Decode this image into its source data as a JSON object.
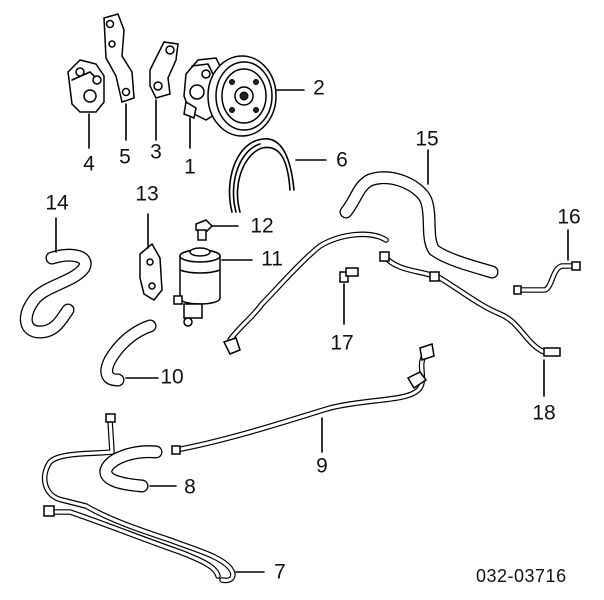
{
  "diagram": {
    "callouts": [
      {
        "id": "1",
        "label": "1"
      },
      {
        "id": "2",
        "label": "2"
      },
      {
        "id": "3",
        "label": "3"
      },
      {
        "id": "4",
        "label": "4"
      },
      {
        "id": "5",
        "label": "5"
      },
      {
        "id": "6",
        "label": "6"
      },
      {
        "id": "7",
        "label": "7"
      },
      {
        "id": "8",
        "label": "8"
      },
      {
        "id": "9",
        "label": "9"
      },
      {
        "id": "10",
        "label": "10"
      },
      {
        "id": "11",
        "label": "11"
      },
      {
        "id": "12",
        "label": "12"
      },
      {
        "id": "13",
        "label": "13"
      },
      {
        "id": "14",
        "label": "14"
      },
      {
        "id": "15",
        "label": "15"
      },
      {
        "id": "16",
        "label": "16"
      },
      {
        "id": "17",
        "label": "17"
      },
      {
        "id": "18",
        "label": "18"
      }
    ],
    "part_code": "032-03716"
  }
}
